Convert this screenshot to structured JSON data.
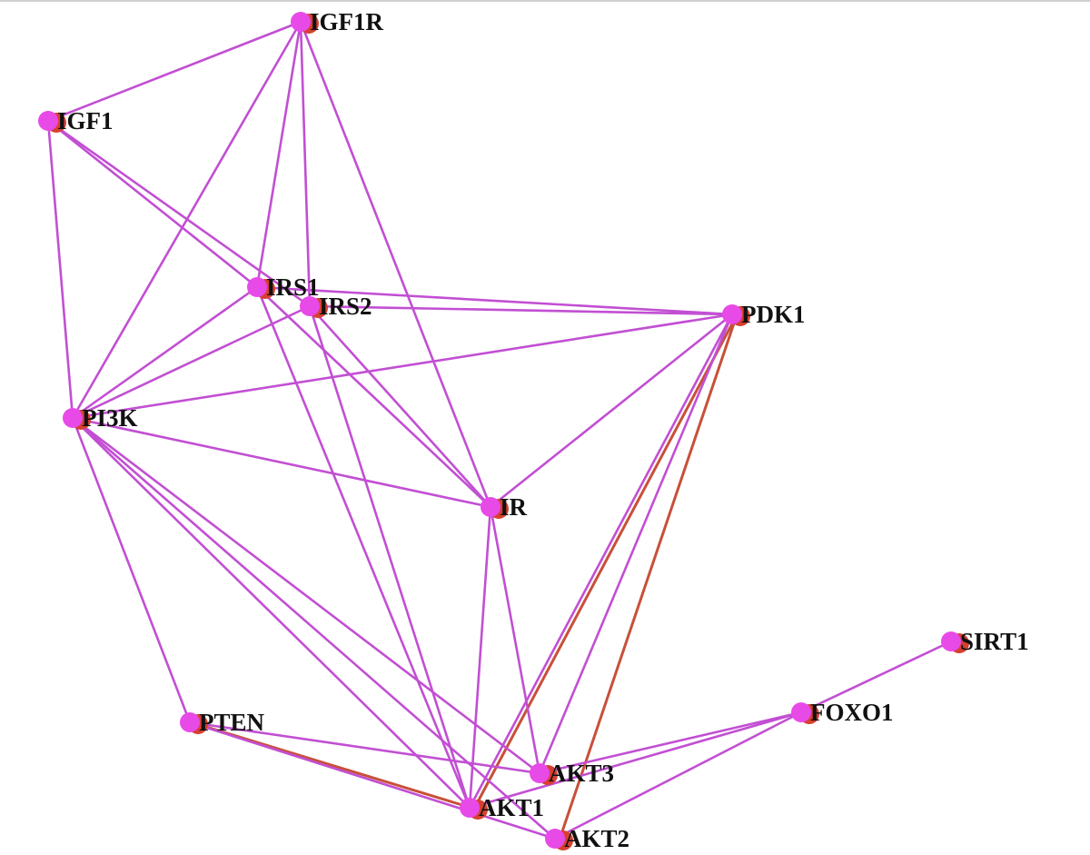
{
  "colors": {
    "background": "#ffffff",
    "edge_primary": "#c24fd3",
    "edge_secondary": "#c8503a",
    "node_fill": "#e84ae8",
    "node_shadow": "#d6402f",
    "label": "#111111"
  },
  "nodes": [
    {
      "id": "IGF1R",
      "label": "IGF1R"
    },
    {
      "id": "IGF1",
      "label": "IGF1"
    },
    {
      "id": "IRS1",
      "label": "IRS1"
    },
    {
      "id": "IRS2",
      "label": "IRS2"
    },
    {
      "id": "PDK1",
      "label": "PDK1"
    },
    {
      "id": "PI3K",
      "label": "PI3K"
    },
    {
      "id": "IR",
      "label": "IR"
    },
    {
      "id": "SIRT1",
      "label": "SIRT1"
    },
    {
      "id": "FOXO1",
      "label": "FOXO1"
    },
    {
      "id": "PTEN",
      "label": "PTEN"
    },
    {
      "id": "AKT3",
      "label": "AKT3"
    },
    {
      "id": "AKT1",
      "label": "AKT1"
    },
    {
      "id": "AKT2",
      "label": "AKT2"
    }
  ],
  "edges": [
    {
      "source": "IGF1R",
      "target": "IGF1",
      "type": "primary"
    },
    {
      "source": "IGF1R",
      "target": "IRS1",
      "type": "primary"
    },
    {
      "source": "IGF1R",
      "target": "IRS2",
      "type": "primary"
    },
    {
      "source": "IGF1R",
      "target": "PI3K",
      "type": "primary"
    },
    {
      "source": "IGF1R",
      "target": "IR",
      "type": "primary"
    },
    {
      "source": "IGF1",
      "target": "IRS1",
      "type": "primary"
    },
    {
      "source": "IGF1",
      "target": "IRS2",
      "type": "primary"
    },
    {
      "source": "IGF1",
      "target": "PI3K",
      "type": "primary"
    },
    {
      "source": "IRS1",
      "target": "PDK1",
      "type": "primary"
    },
    {
      "source": "IRS1",
      "target": "PI3K",
      "type": "primary"
    },
    {
      "source": "IRS1",
      "target": "IR",
      "type": "primary"
    },
    {
      "source": "IRS1",
      "target": "AKT1",
      "type": "primary"
    },
    {
      "source": "IRS2",
      "target": "PDK1",
      "type": "primary"
    },
    {
      "source": "IRS2",
      "target": "PI3K",
      "type": "primary"
    },
    {
      "source": "IRS2",
      "target": "IR",
      "type": "primary"
    },
    {
      "source": "IRS2",
      "target": "AKT1",
      "type": "primary"
    },
    {
      "source": "PDK1",
      "target": "PI3K",
      "type": "primary"
    },
    {
      "source": "PDK1",
      "target": "IR",
      "type": "primary"
    },
    {
      "source": "PDK1",
      "target": "AKT1",
      "type": "secondary"
    },
    {
      "source": "PDK1",
      "target": "AKT2",
      "type": "secondary"
    },
    {
      "source": "PDK1",
      "target": "AKT3",
      "type": "primary"
    },
    {
      "source": "PDK1",
      "target": "AKT1",
      "type": "primary"
    },
    {
      "source": "PI3K",
      "target": "IR",
      "type": "primary"
    },
    {
      "source": "PI3K",
      "target": "PTEN",
      "type": "primary"
    },
    {
      "source": "PI3K",
      "target": "AKT1",
      "type": "primary"
    },
    {
      "source": "PI3K",
      "target": "AKT2",
      "type": "primary"
    },
    {
      "source": "PI3K",
      "target": "AKT3",
      "type": "primary"
    },
    {
      "source": "IR",
      "target": "AKT1",
      "type": "primary"
    },
    {
      "source": "IR",
      "target": "AKT3",
      "type": "primary"
    },
    {
      "source": "PTEN",
      "target": "AKT1",
      "type": "secondary"
    },
    {
      "source": "PTEN",
      "target": "AKT2",
      "type": "primary"
    },
    {
      "source": "PTEN",
      "target": "AKT3",
      "type": "primary"
    },
    {
      "source": "FOXO1",
      "target": "SIRT1",
      "type": "primary"
    },
    {
      "source": "FOXO1",
      "target": "AKT1",
      "type": "primary"
    },
    {
      "source": "FOXO1",
      "target": "AKT2",
      "type": "primary"
    },
    {
      "source": "FOXO1",
      "target": "AKT3",
      "type": "primary"
    }
  ]
}
